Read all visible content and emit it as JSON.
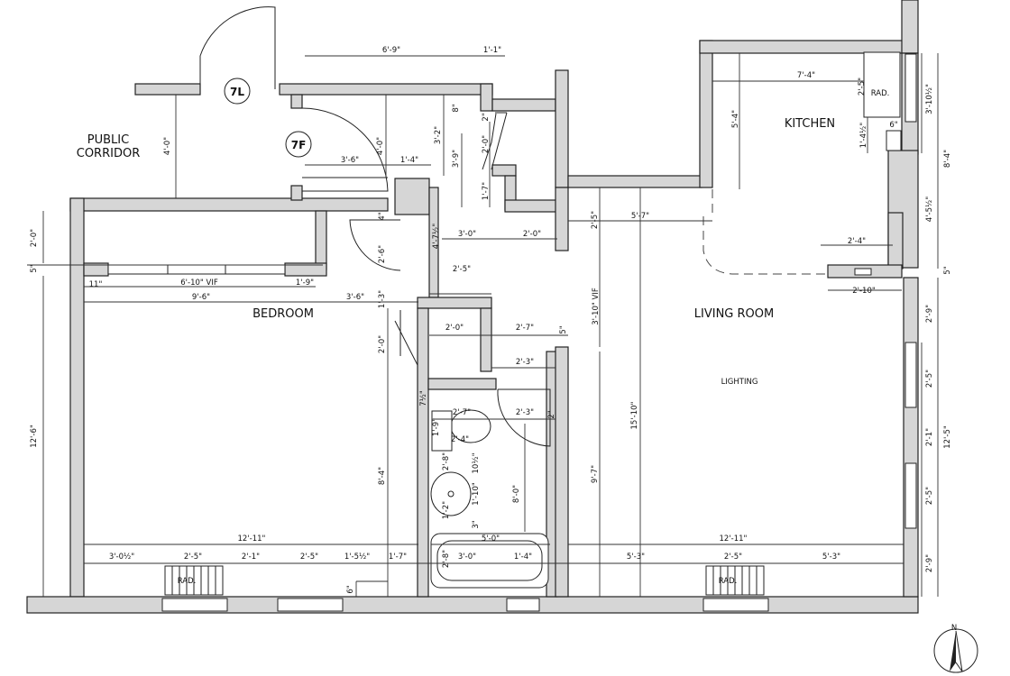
{
  "rooms": {
    "public_corridor": [
      "PUBLIC",
      "CORRIDOR"
    ],
    "bedroom": "BEDROOM",
    "living_room": "LIVING ROOM",
    "kitchen": "KITCHEN",
    "lighting": "LIGHTING"
  },
  "doors": {
    "door_7l": "7L",
    "door_7f": "7F"
  },
  "fixtures": {
    "rad_kitchen": "RAD.",
    "rad_bedroom": "RAD.",
    "rad_living": "RAD."
  },
  "compass": {
    "north": "N"
  },
  "dims": {
    "d1": "6'-9\"",
    "d2": "1'-1\"",
    "d3": "7'-4\"",
    "d4": "2'-5\"",
    "d5": "RAD.",
    "d6": "3'-10½\"",
    "d7": "5'-4\"",
    "d8": "8\"",
    "d9": "3'-2\"",
    "d10": "2\"",
    "d11": "2'-0\"",
    "d12": "3'-9\"",
    "d13": "1'-7\"",
    "d14": "4'-0\"",
    "d15": "4'-0\"",
    "d16": "3'-6\"",
    "d17": "1'-4\"",
    "d18": "6\"",
    "d19": "1'-4½\"",
    "d20": "8'-4\"",
    "d21": "4'-5½\"",
    "d22": "2'-0\"",
    "d23": "4\"",
    "d24": "4'-7½\"",
    "d25": "3'-0\"",
    "d26": "2'-0\"",
    "d27": "2'-5\"",
    "d28": "5'-7\"",
    "d29": "2'-4\"",
    "d30": "2'-6\"",
    "d31": "5\"",
    "d32": "2'-10\"",
    "d33": "5\"",
    "d34": "11\"",
    "d35": "6'-10\" VIF",
    "d36": "1'-9\"",
    "d37": "9'-6\"",
    "d38": "3'-6\"",
    "d39": "1'-3\"",
    "d40": "2'-5\"",
    "d41": "3'-10\" VIF",
    "d42": "2'-9\"",
    "d43": "2'-0\"",
    "d44": "2'-0\"",
    "d45": "2'-7\"",
    "d46": "5\"",
    "d47": "2'-3\"",
    "d48": "2'-5\"",
    "d49": "12'-5\"",
    "d50": "7½\"",
    "d51": "2'-7\"",
    "d52": "2'-3\"",
    "d53": "2\"",
    "d54": "1'-9\"",
    "d55": "2'-4\"",
    "d56": "15'-10\"",
    "d57": "2'-1\"",
    "d58": "12'-6\"",
    "d59": "8'-4\"",
    "d60": "2'-8\"",
    "d61": "10½\"",
    "d62": "1'-10\"",
    "d63": "8'-0\"",
    "d64": "9'-7\"",
    "d65": "2'-5\"",
    "d66": "1'-2\"",
    "d67": "3\"",
    "d68": "12'-11\"",
    "d69": "5'-0\"",
    "d70": "12'-11\"",
    "d71": "3'-0½\"",
    "d72": "2'-5\"",
    "d73": "2'-1\"",
    "d74": "2'-5\"",
    "d75": "1'-5½\"",
    "d76": "1'-7\"",
    "d77": "2'-8\"",
    "d78": "3'-0\"",
    "d79": "1'-4\"",
    "d80": "5'-3\"",
    "d81": "2'-5\"",
    "d82": "5'-3\"",
    "d83": "2'-9\"",
    "d84": "6\""
  }
}
